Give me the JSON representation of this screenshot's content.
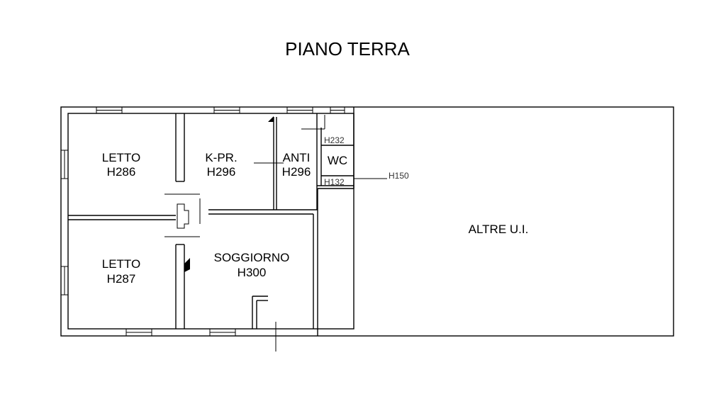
{
  "title": "PIANO TERRA",
  "rooms": {
    "letto_1": {
      "name": "LETTO",
      "height": "H286"
    },
    "kpr": {
      "name": "K-PR.",
      "height": "H296"
    },
    "anti": {
      "name": "ANTI",
      "height": "H296"
    },
    "wc": {
      "name": "WC"
    },
    "letto_2": {
      "name": "LETTO",
      "height": "H287"
    },
    "soggiorno": {
      "name": "SOGGIORNO",
      "height": "H300"
    },
    "altre": {
      "name": "ALTRE U.I."
    }
  },
  "wc_heights": {
    "top": "H232",
    "bottom": "H132",
    "callout": "H150"
  }
}
